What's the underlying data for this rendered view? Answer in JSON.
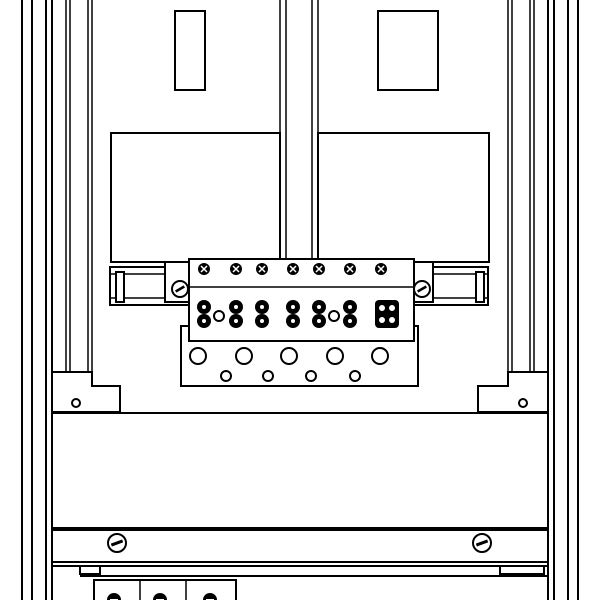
{
  "colors": {
    "line": "#000000",
    "background": "#ffffff"
  },
  "parts": {
    "terminal_block_top_screws": 7,
    "terminal_block_bottom_screws": 7,
    "busbar_large_holes": 5,
    "busbar_small_holes": 4,
    "din_rail_end_screws": 2,
    "bottom_cover_screws": 2,
    "bottom_row_visible_terminals": 3
  }
}
